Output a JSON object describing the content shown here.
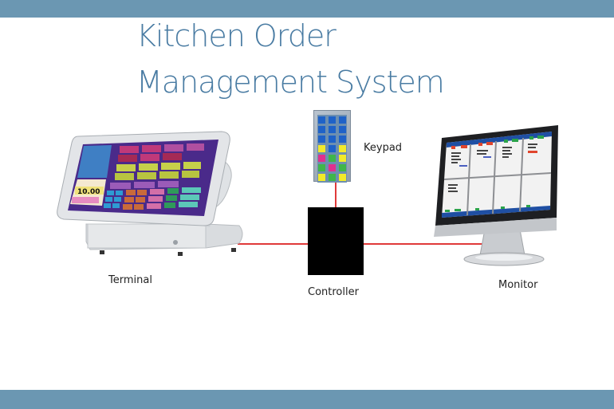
{
  "title": {
    "line1": "Kitchen Order",
    "line2": "Management System"
  },
  "colors": {
    "banner": "#6b97b2",
    "title_text": "#4a7ca3",
    "connector": "#e03a3a",
    "controller": "#000000"
  },
  "components": {
    "terminal": {
      "label": "Terminal",
      "screen_amount": "10.00"
    },
    "keypad": {
      "label": "Keypad",
      "keys": [
        [
          "blue",
          "blue",
          "blue"
        ],
        [
          "blue",
          "blue",
          "blue"
        ],
        [
          "blue",
          "blue",
          "blue"
        ],
        [
          "yellow",
          "blue",
          "yellow"
        ],
        [
          "pink",
          "green",
          "yellow"
        ],
        [
          "green",
          "pink",
          "green"
        ],
        [
          "yellow",
          "green",
          "yellow"
        ]
      ]
    },
    "controller": {
      "label": "Controller"
    },
    "monitor": {
      "label": "Monitor"
    }
  },
  "connections": [
    {
      "from": "Terminal",
      "to": "Controller"
    },
    {
      "from": "Keypad",
      "to": "Controller"
    },
    {
      "from": "Controller",
      "to": "Monitor"
    }
  ]
}
